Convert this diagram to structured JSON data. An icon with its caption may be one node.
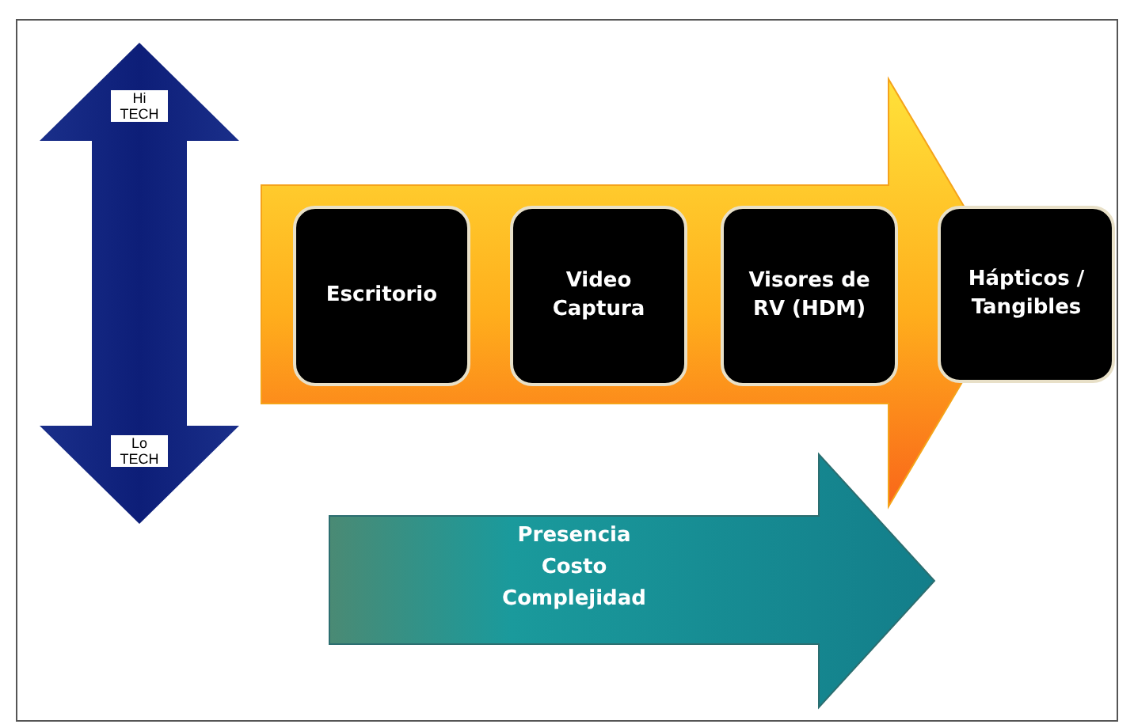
{
  "diagram": {
    "nodes": [
      {
        "text": [
          "Hi TECH",
          "Lo TECH"
        ]
      },
      {
        "text": [],
        "shape": "arrow"
      },
      {
        "text": [
          "Escritorio"
        ],
        "in": 1
      },
      {
        "text": [
          "Video Captura"
        ],
        "in": 1
      },
      {
        "text": [
          "Visores de RV (HDM)"
        ],
        "in": 1
      },
      {
        "text": [
          "Hápticos / Tangibles"
        ]
      },
      {
        "text": [
          "Presencia",
          "Costo",
          "Complejidad"
        ]
      }
    ]
  }
}
